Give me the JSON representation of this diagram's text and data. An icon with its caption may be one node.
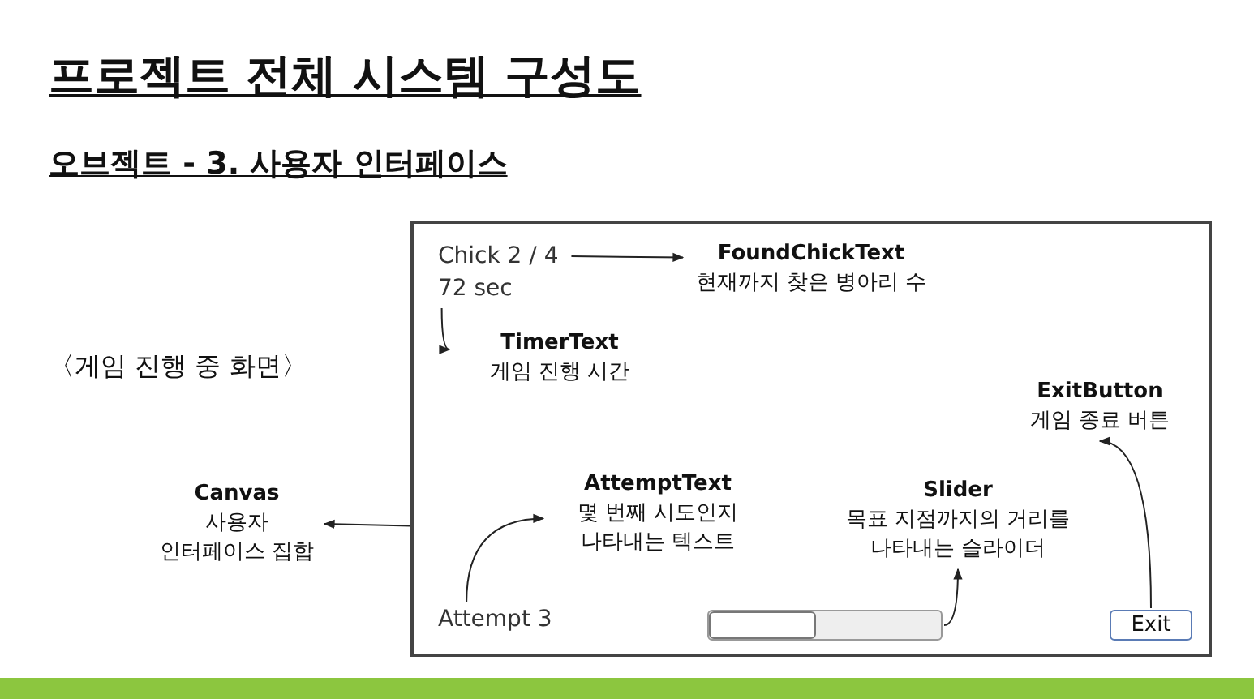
{
  "diagram": {
    "title": "프로젝트 전체 시스템 구성도",
    "nodes": [
      {
        "text": [],
        "shape": "box"
      },
      {
        "text": [
          "Chick 2 / 4"
        ],
        "in": 0
      },
      {
        "text": [
          "72 sec"
        ],
        "in": 0
      },
      {
        "text": [
          "FoundChickText",
          "현재까지 찾은 병아리 수"
        ],
        "in": 0
      },
      {
        "text": [
          "TimerText",
          "게임 진행 시간"
        ],
        "in": 0
      },
      {
        "text": [
          "ExitButton",
          "게임 종료 버튼"
        ],
        "in": 0
      },
      {
        "text": [
          "AttemptText",
          "몇 번째 시도인지 나타내는 텍스트"
        ],
        "in": 0
      },
      {
        "text": [
          "Slider",
          "목표 지점까지의 거리를 나타내는 슬라이더"
        ],
        "in": 0
      },
      {
        "text": [
          "Attempt 3"
        ],
        "in": 0
      },
      {
        "text": [],
        "shape": "bar",
        "in": 0
      },
      {
        "text": [
          "Exit"
        ],
        "in": 0
      },
      {
        "text": [
          "Canvas",
          "사용자 인터페이스 집합"
        ]
      }
    ],
    "edges": [
      {
        "from": 1,
        "to": 3,
        "arrow": "to"
      },
      {
        "from": 2,
        "to": 4,
        "arrow": "to"
      },
      {
        "from": 8,
        "to": 6,
        "arrow": "to"
      },
      {
        "from": 9,
        "to": 7,
        "arrow": "to"
      },
      {
        "from": 10,
        "to": 5,
        "arrow": "to"
      },
      {
        "from": 0,
        "to": 11,
        "arrow": "to"
      }
    ],
    "labels": [
      "오브젝트 - 3. 사용자 인터페이스",
      "〈게임 진행 중 화면〉"
    ]
  }
}
